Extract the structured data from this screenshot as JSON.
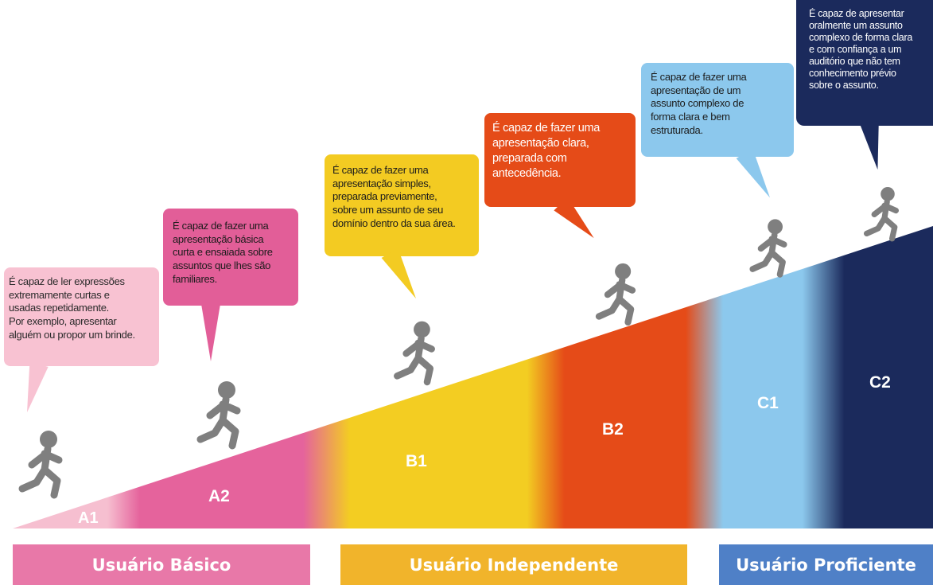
{
  "levels": [
    {
      "id": "a1",
      "code": "A1",
      "color": "#f6bfd0",
      "description": "É capaz de ler expressões\nextremamente curtas e\nusadas repetidamente.\nPor exemplo, apresentar\nalguém ou propor um brinde."
    },
    {
      "id": "a2",
      "code": "A2",
      "color": "#e5639c",
      "description": "É capaz de fazer uma\napresentação básica\ncurta e ensaiada sobre\nassuntos que lhes são\nfamiliares."
    },
    {
      "id": "b1",
      "code": "B1",
      "color": "#f3cd22",
      "description": "É capaz de fazer uma\napresentação simples,\npreparada previamente,\nsobre um assunto de seu\ndomínio dentro da sua área."
    },
    {
      "id": "b2",
      "code": "B2",
      "color": "#e54b18",
      "description": "É capaz de fazer uma\napresentação clara,\npreparada com\nantecedência."
    },
    {
      "id": "c1",
      "code": "C1",
      "color": "#8cc8ed",
      "description": "É capaz de fazer uma\napresentação de um\nassunto complexo de\nforma clara e bem\nestruturada."
    },
    {
      "id": "c2",
      "code": "C2",
      "color": "#1b2a5c",
      "description": "É capaz de apresentar\noralmente um assunto\ncomplexo de forma clara\ne com confiança a um\nauditório que não tem\nconhecimento prévio\nsobre o assunto."
    }
  ],
  "groups": [
    {
      "id": "basico",
      "label": "Usuário Básico",
      "color": "#e878a8"
    },
    {
      "id": "independente",
      "label": "Usuário Independente",
      "color": "#f1b42b"
    },
    {
      "id": "proficiente",
      "label": "Usuário Proficiente",
      "color": "#4f80c7"
    }
  ],
  "icons": {
    "runner": "runner-icon"
  }
}
